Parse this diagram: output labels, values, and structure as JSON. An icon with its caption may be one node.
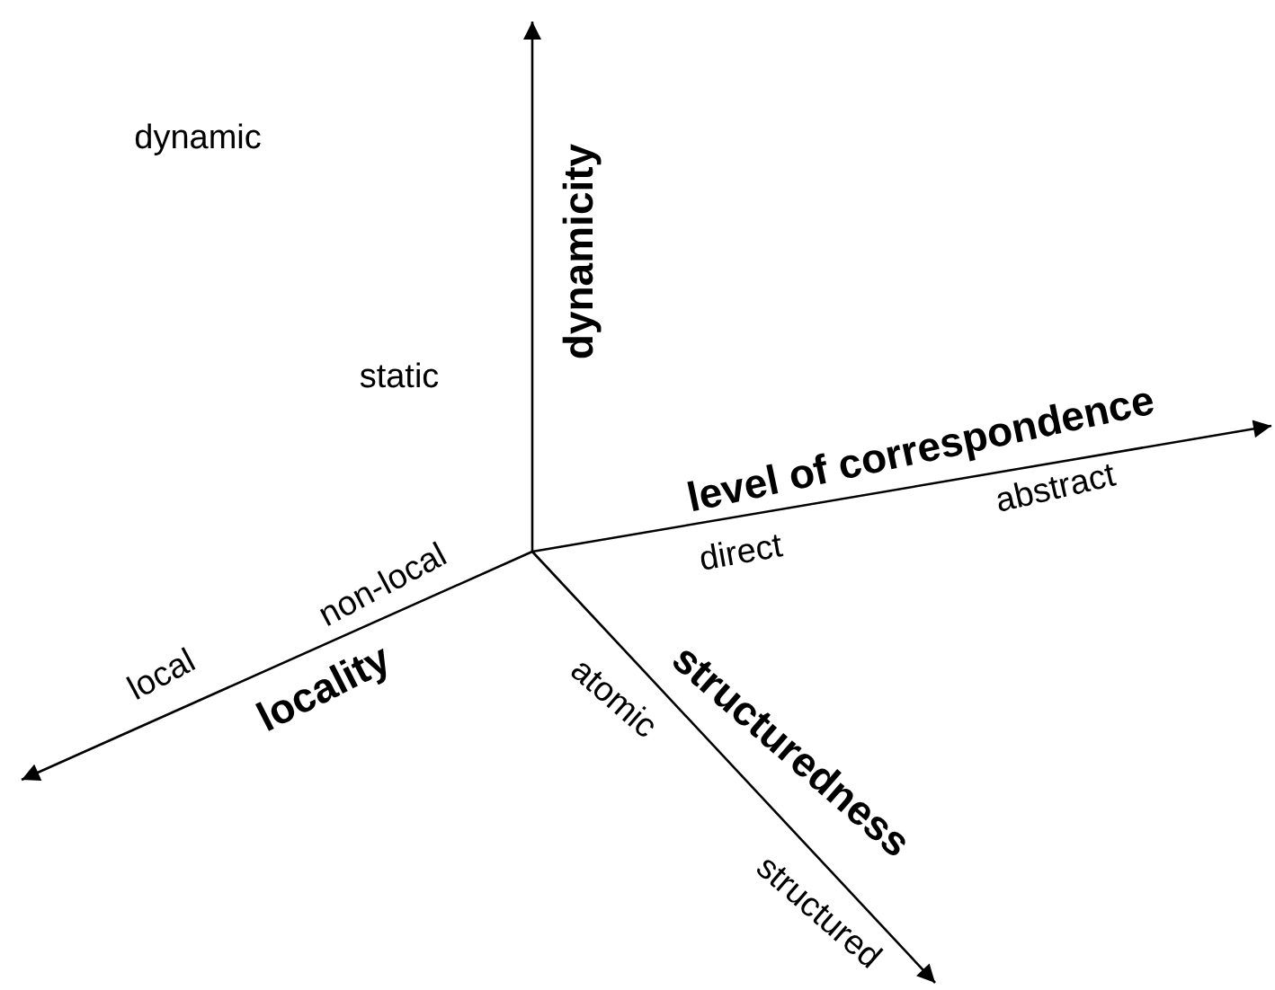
{
  "diagram": {
    "labels": [
      "dynamic",
      "dynamicity",
      "static",
      "level of correspondence",
      "non-local",
      "direct",
      "abstract",
      "local",
      "structuredness",
      "atomic",
      "locality",
      "structured"
    ]
  }
}
